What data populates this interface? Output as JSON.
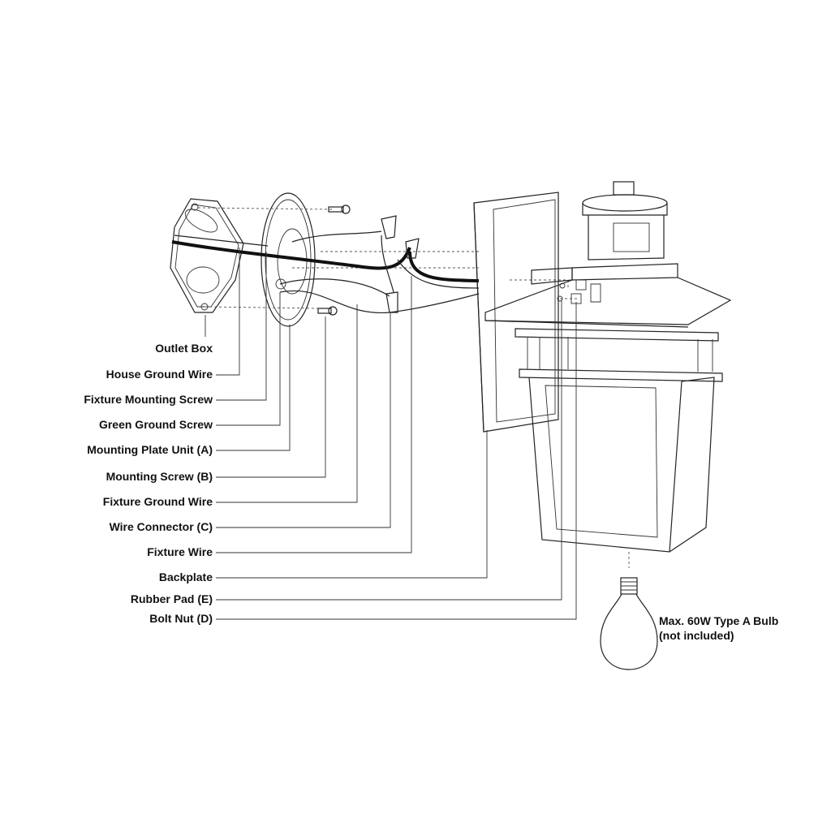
{
  "labels": {
    "outlet_box": "Outlet Box",
    "house_ground_wire": "House Ground Wire",
    "fixture_mounting_screw": "Fixture Mounting Screw",
    "green_ground_screw": "Green Ground Screw",
    "mounting_plate_unit": "Mounting Plate Unit (A)",
    "mounting_screw": "Mounting Screw (B)",
    "fixture_ground_wire": "Fixture Ground Wire",
    "wire_connector": "Wire Connector (C)",
    "fixture_wire": "Fixture Wire",
    "backplate": "Backplate",
    "rubber_pad": "Rubber Pad (E)",
    "bolt_nut": "Bolt Nut (D)"
  },
  "bulb": {
    "line1": "Max. 60W Type A Bulb",
    "line2": "(not included)"
  }
}
